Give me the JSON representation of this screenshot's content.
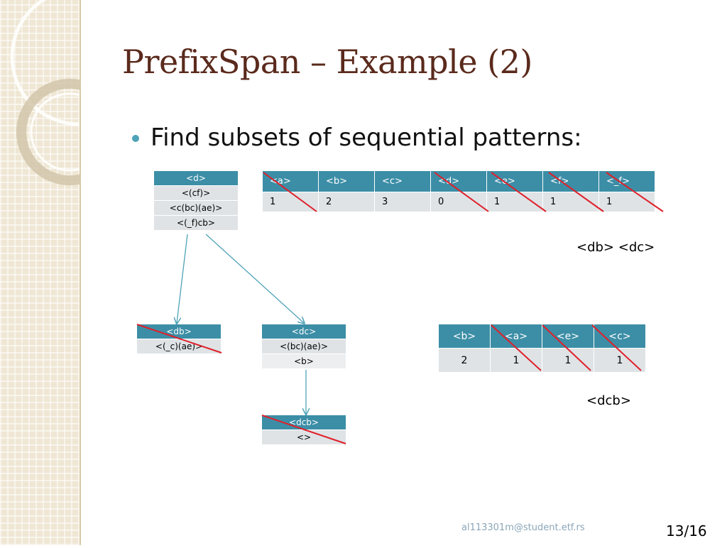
{
  "title": "PrefixSpan – Example (2)",
  "bullet": "Find subsets of sequential patterns:",
  "box_d": [
    "<d>",
    "<(cf)>",
    "<c(bc)(ae)>",
    "<(_f)cb>"
  ],
  "box_db": [
    "<db>",
    "<(_c)(ae)>"
  ],
  "box_dc": [
    "<dc>",
    "<(bc)(ae)>",
    "<b>"
  ],
  "box_dcb": [
    "<dcb>",
    "<>"
  ],
  "table_counts": {
    "headers": [
      "<a>",
      "<b>",
      "<c>",
      "<d>",
      "<e>",
      "<f>",
      "<_f>"
    ],
    "values": [
      "1",
      "2",
      "3",
      "0",
      "1",
      "1",
      "1"
    ]
  },
  "label_db_dc": "<db> <dc>",
  "table_counts2": {
    "headers": [
      "<b>",
      "<a>",
      "<e>",
      "<c>"
    ],
    "values": [
      "2",
      "1",
      "1",
      "1"
    ]
  },
  "label_dcb": "<dcb>",
  "footer_email": "al113301m@student.etf.rs",
  "slide_number": "13/16",
  "colors": {
    "header_fill": "#3c8ea6",
    "row_fill": "#dfe3e6",
    "title": "#5a2a1c",
    "strike": "#e0202a",
    "arrow": "#4fa3b8"
  }
}
